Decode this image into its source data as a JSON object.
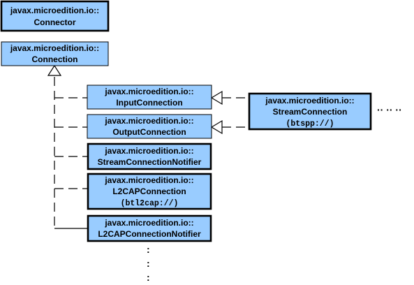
{
  "boxes": {
    "connector": {
      "line1": "javax.microedition.io::",
      "line2": "Connector"
    },
    "connection": {
      "line1": "javax.microedition.io::",
      "line2": "Connection"
    },
    "input_connection": {
      "line1": "javax.microedition.io::",
      "line2": "InputConnection"
    },
    "output_connection": {
      "line1": "javax.microedition.io::",
      "line2": "OutputConnection"
    },
    "stream_connection_notifier": {
      "line1": "javax.microedition.io::",
      "line2": "StreamConnectionNotifier"
    },
    "l2cap_connection": {
      "line1": "javax.microedition.io::",
      "line2": "L2CAPConnection",
      "line3": "(btl2cap://)"
    },
    "l2cap_connection_notifier": {
      "line1": "javax.microedition.io::",
      "line2": "L2CAPConnectionNotifier"
    },
    "stream_connection": {
      "line1": "javax.microedition.io::",
      "line2": "StreamConnection",
      "line3": "(btspp://)"
    }
  },
  "ellipsis_right": "·· ·· ··",
  "ellipsis_bottom": ":",
  "colors": {
    "box_fill": "#99ccff",
    "stroke": "#000000",
    "background": "#ffffff"
  }
}
